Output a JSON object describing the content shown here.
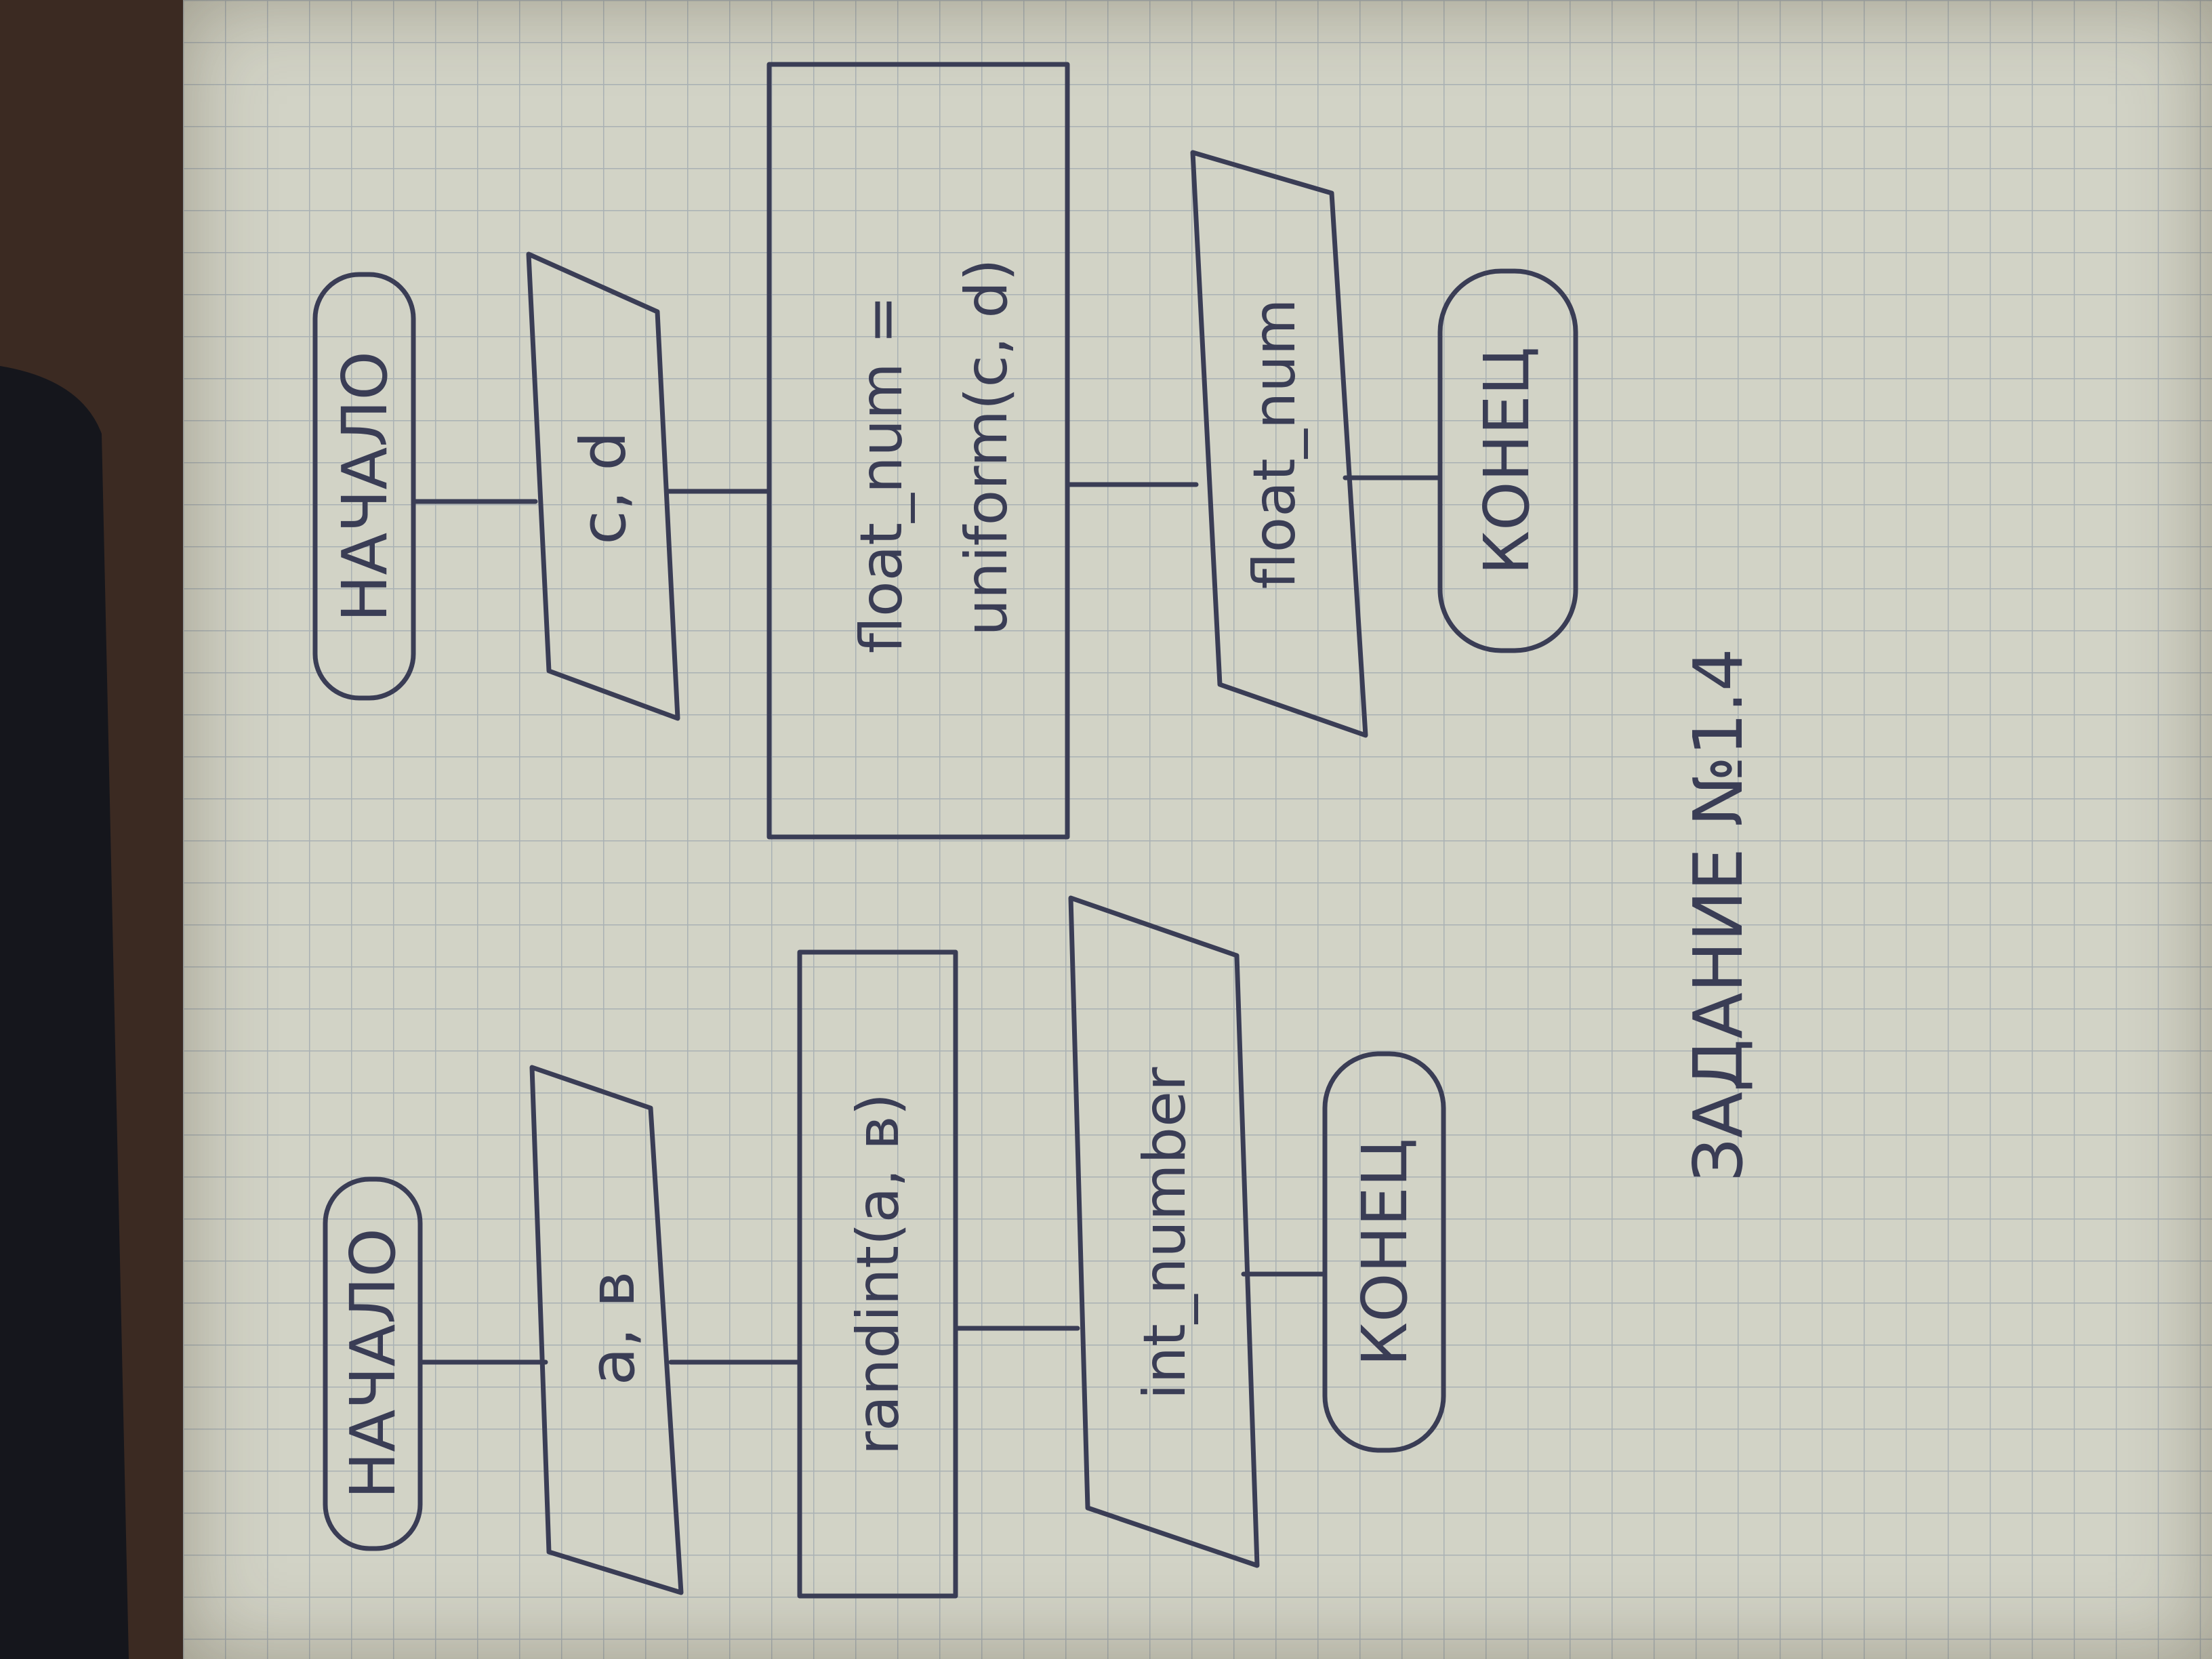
{
  "colors": {
    "ink": "#3a3d55",
    "paper": "#d2d3c6",
    "grid": "#a9b1b4",
    "table": "#3b2a22"
  },
  "flowchart_left": {
    "start": "НАЧАЛО",
    "input": "a, в",
    "process": "randint(a, в)",
    "output": "int_number",
    "end": "КОНЕЦ"
  },
  "flowchart_right": {
    "start": "НАЧАЛО",
    "input": "c, d",
    "process_line1": "float_num =",
    "process_line2": "uniform(c, d)",
    "output": "float_num",
    "end": "КОНЕЦ"
  },
  "caption": "ЗАДАНИЕ №1.4"
}
